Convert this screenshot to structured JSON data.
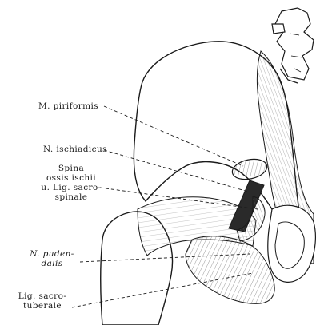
{
  "labels": {
    "piriformis": "M. piriformis",
    "ischiadicus": "N. ischiadicus",
    "spina_line1": "Spina",
    "spina_line2": "ossis ischii",
    "spina_line3": "u. Lig. sacro-",
    "spina_line4": "spinale",
    "pudendalis_line1": "N. puden-",
    "pudendalis_line2": "dalis",
    "sacrotuberale_line1": "Lig. sacro-",
    "sacrotuberale_line2": "tuberale"
  },
  "colors": {
    "ink": "#1a1a1a",
    "paper": "#ffffff",
    "nerve": "#2a2a2a"
  }
}
